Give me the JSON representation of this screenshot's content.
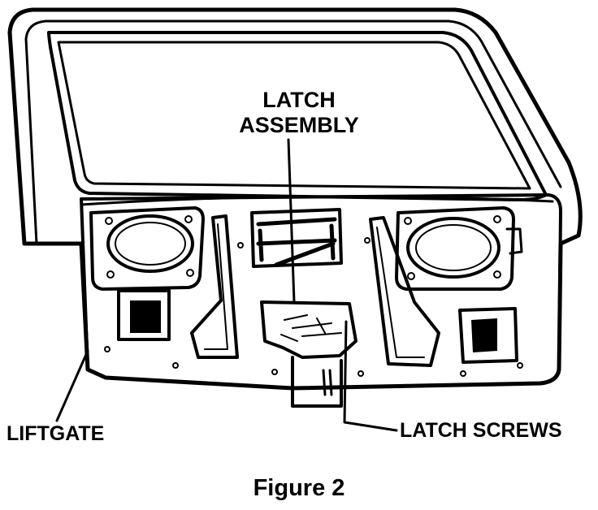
{
  "labels": {
    "latch_assembly_line1": "LATCH",
    "latch_assembly_line2": "ASSEMBLY",
    "liftgate": "LIFTGATE",
    "latch_screws": "LATCH SCREWS"
  },
  "caption": "Figure 2",
  "colors": {
    "ink": "#000000",
    "paper": "#ffffff"
  }
}
